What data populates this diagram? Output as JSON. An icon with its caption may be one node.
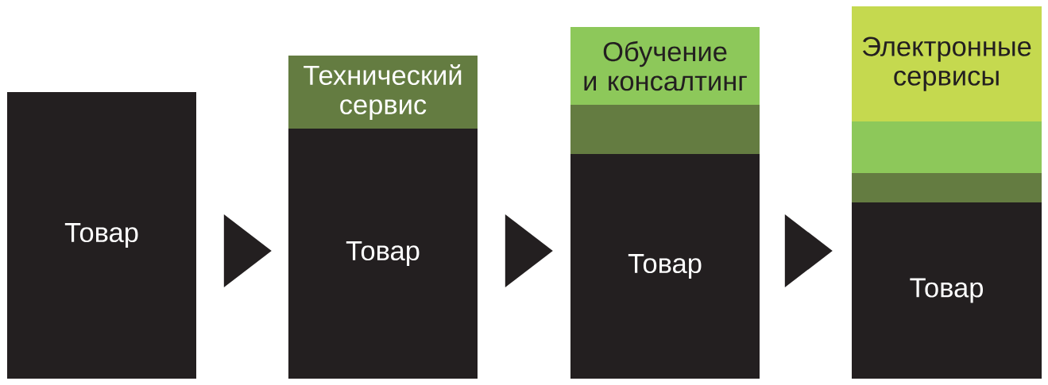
{
  "diagram": {
    "nodes": [
      {
        "text": [
          "Товар"
        ]
      },
      {
        "text": [
          "Технический сервис"
        ]
      },
      {
        "text": [
          "Товар"
        ]
      },
      {
        "text": [
          "Обучение и консалтинг"
        ]
      },
      {
        "text": [],
        "shape": "box"
      },
      {
        "text": [
          "Товар"
        ]
      },
      {
        "text": [
          "Электронные сервисы"
        ]
      },
      {
        "text": [],
        "shape": "box"
      },
      {
        "text": [],
        "shape": "box"
      },
      {
        "text": [
          "Товар"
        ]
      }
    ],
    "edges": [
      {
        "from": 0,
        "to": 2,
        "arrow": "to"
      },
      {
        "from": 2,
        "to": 5,
        "arrow": "to"
      },
      {
        "from": 5,
        "to": 9,
        "arrow": "to"
      }
    ]
  }
}
